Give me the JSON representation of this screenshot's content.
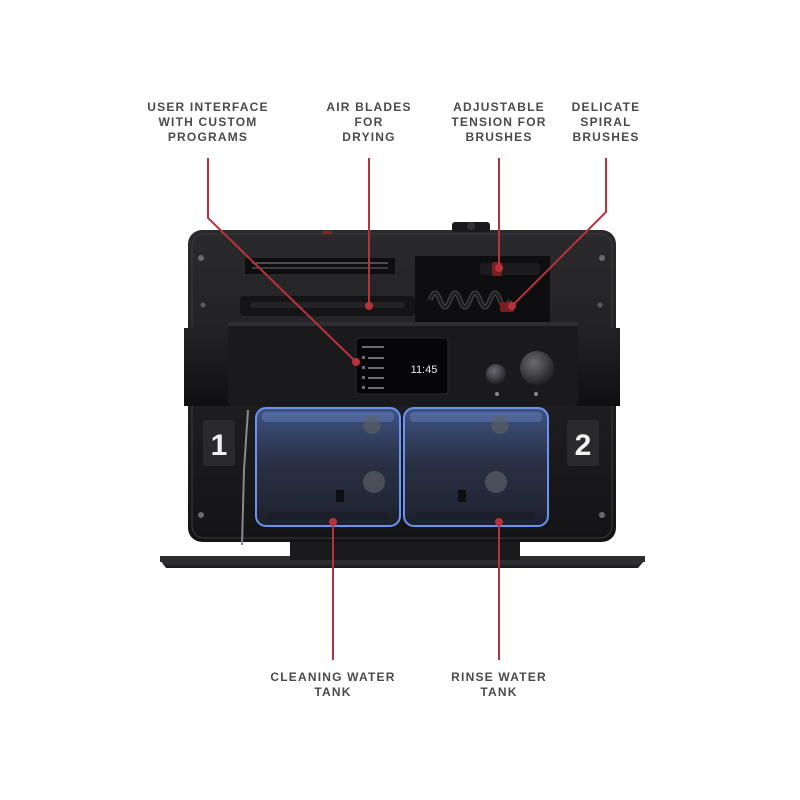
{
  "callouts": {
    "user_interface": "USER INTERFACE\nWITH CUSTOM\nPROGRAMS",
    "air_blades": "AIR BLADES\nFOR\nDRYING",
    "adjustable_tension": "ADJUSTABLE\nTENSION FOR\nBRUSHES",
    "spiral_brushes": "DELICATE\nSPIRAL\nBRUSHES",
    "cleaning_tank": "CLEANING WATER\nTANK",
    "rinse_tank": "RINSE WATER\nTANK"
  },
  "machine": {
    "screen_time": "11:45",
    "tank_left_number": "1",
    "tank_right_number": "2"
  },
  "colors": {
    "leader_line": "#b8323c",
    "label_text": "#4a4a4a",
    "machine_body": "#1c1c1e",
    "tank_glow": "#3d6fd8"
  }
}
